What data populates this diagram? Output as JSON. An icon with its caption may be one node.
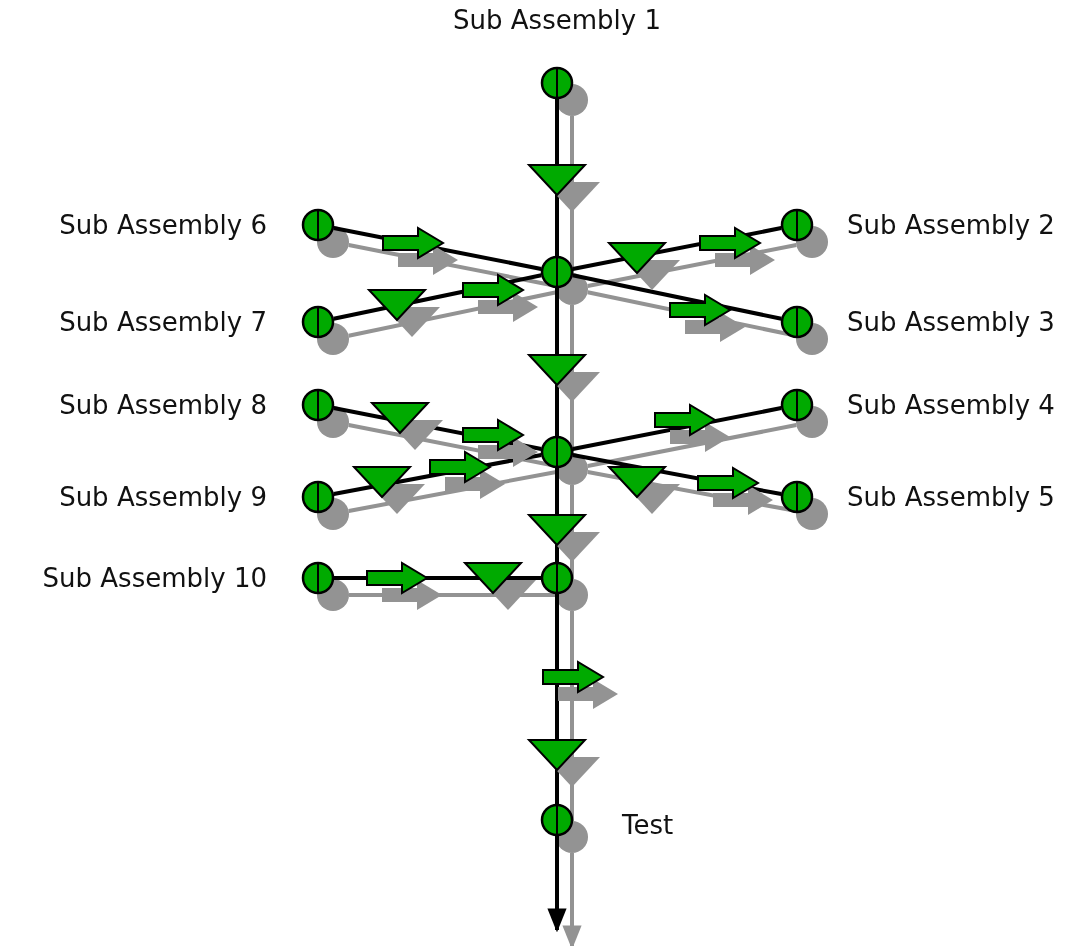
{
  "diagram": {
    "nodes": [
      {
        "text": [],
        "shape": "circle",
        "beside": [
          "Sub Assembly 1"
        ]
      },
      {
        "text": [],
        "shape": "circle",
        "beside": [
          "Sub Assembly 6"
        ]
      },
      {
        "text": [],
        "shape": "circle",
        "beside": [
          "Sub Assembly 2"
        ]
      },
      {
        "text": [],
        "shape": "circle"
      },
      {
        "text": [],
        "shape": "circle",
        "beside": [
          "Sub Assembly 7"
        ]
      },
      {
        "text": [],
        "shape": "circle",
        "beside": [
          "Sub Assembly 3"
        ]
      },
      {
        "text": [],
        "shape": "circle",
        "beside": [
          "Sub Assembly 8"
        ]
      },
      {
        "text": [],
        "shape": "circle",
        "beside": [
          "Sub Assembly 4"
        ]
      },
      {
        "text": [],
        "shape": "circle"
      },
      {
        "text": [],
        "shape": "circle",
        "beside": [
          "Sub Assembly 9"
        ]
      },
      {
        "text": [],
        "shape": "circle",
        "beside": [
          "Sub Assembly 5"
        ]
      },
      {
        "text": [],
        "shape": "circle",
        "beside": [
          "Sub Assembly 10"
        ]
      },
      {
        "text": [],
        "shape": "circle"
      },
      {
        "text": [],
        "shape": "circle",
        "beside": [
          "Test"
        ]
      }
    ],
    "edges": [
      {
        "from": 0,
        "to": 3,
        "arrow": "none"
      },
      {
        "from": 1,
        "to": 3,
        "arrow": "none"
      },
      {
        "from": 2,
        "to": 3,
        "arrow": "none"
      },
      {
        "from": 4,
        "to": 3,
        "arrow": "none"
      },
      {
        "from": 5,
        "to": 3,
        "arrow": "none"
      },
      {
        "from": 3,
        "to": 8,
        "arrow": "none"
      },
      {
        "from": 6,
        "to": 8,
        "arrow": "none"
      },
      {
        "from": 7,
        "to": 8,
        "arrow": "none"
      },
      {
        "from": 9,
        "to": 8,
        "arrow": "none"
      },
      {
        "from": 10,
        "to": 8,
        "arrow": "none"
      },
      {
        "from": 8,
        "to": 12,
        "arrow": "none"
      },
      {
        "from": 11,
        "to": 12,
        "arrow": "none"
      },
      {
        "from": 12,
        "to": 13,
        "arrow": "none"
      },
      {
        "from": 13,
        "to": null,
        "arrow": "to"
      }
    ]
  }
}
